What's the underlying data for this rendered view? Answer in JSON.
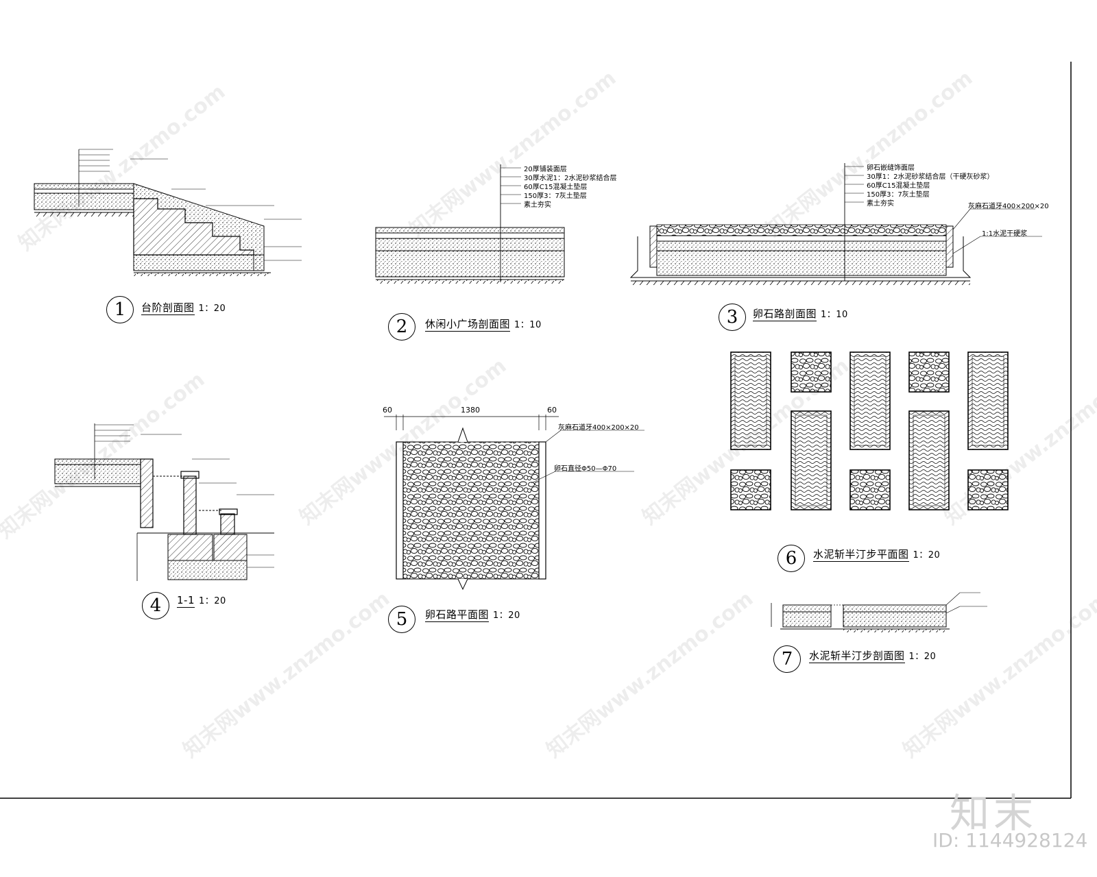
{
  "drawings": [
    {
      "num": "1",
      "title": "台阶剖面图",
      "scale": "1：20"
    },
    {
      "num": "2",
      "title": "休闲小广场剖面图",
      "scale": "1：10"
    },
    {
      "num": "3",
      "title": "卵石路剖面图",
      "scale": "1：10"
    },
    {
      "num": "4",
      "title": "1-1",
      "scale": "1：20"
    },
    {
      "num": "5",
      "title": "卵石路平面图",
      "scale": "1：20"
    },
    {
      "num": "6",
      "title": "水泥斩半汀步平面图",
      "scale": "1：20"
    },
    {
      "num": "7",
      "title": "水泥斩半汀步剖面图",
      "scale": "1：20"
    }
  ],
  "notes": {
    "d2": [
      "20厚铺装面层",
      "30厚水泥1：2水泥砂浆结合层",
      "60厚C15混凝土垫层",
      "150厚3：7灰土垫层",
      "素土夯实"
    ],
    "d3": [
      "卵石嵌缝饰面层",
      "30厚1：2水泥砂浆结合层（干硬灰砂浆）",
      "60厚C15混凝土垫层",
      "150厚3：7灰土垫层",
      "素土夯实"
    ],
    "d3_right": [
      "灰麻石道牙400×200×20",
      "1:1水泥干硬浆"
    ],
    "d5": [
      "灰麻石道牙400×200×20",
      "卵石直径Φ50—Φ70"
    ]
  },
  "dims": {
    "d5": [
      "60",
      "1380",
      "60"
    ]
  },
  "watermark": "知末网www.znzmo.com",
  "logo": "知末",
  "id_text": "ID: 1144928124"
}
